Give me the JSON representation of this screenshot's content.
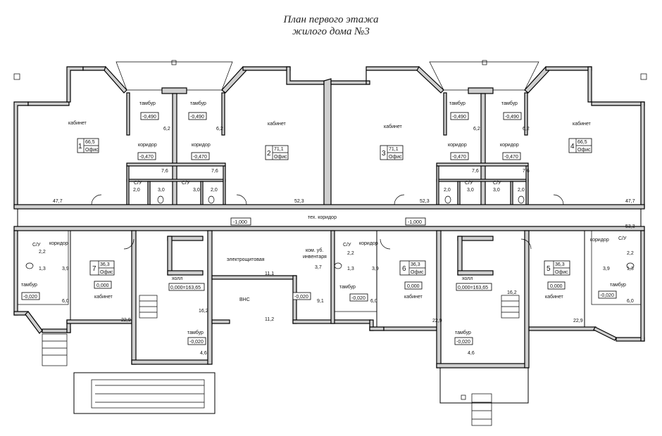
{
  "title": {
    "line1": "План первого этажа",
    "line2": "жилого дома №3"
  },
  "labels": {
    "kabinet": "кабинет",
    "tambur": "тамбур",
    "koridor": "коридор",
    "su": "С/У",
    "ofis": "Офис",
    "tech_koridor": "тех. коридор",
    "elektroschit": "электрощитовая",
    "vns": "ВНС",
    "holl": "холл",
    "kom_ub_line1": "ком. уб.",
    "kom_ub_line2": "инвентаря"
  },
  "offices": [
    {
      "num": "1",
      "area": "66,5"
    },
    {
      "num": "2",
      "area": "71,1"
    },
    {
      "num": "3",
      "area": "71,1"
    },
    {
      "num": "4",
      "area": "66,5"
    },
    {
      "num": "5",
      "area": "36,3"
    },
    {
      "num": "6",
      "area": "36,3"
    },
    {
      "num": "7",
      "area": "36,3"
    }
  ],
  "levels": {
    "m490": "-0,490",
    "m470": "-0,470",
    "m1000": "-1,000",
    "m020": "-0,020",
    "zero": "0,000",
    "holl": "0,000=163,65"
  },
  "areas": {
    "a62": "6,2",
    "a76": "7,6",
    "a20": "2,0",
    "a30": "3,0",
    "a477": "47,7",
    "a523": "52,3",
    "a533": "53,3",
    "a22": "2,2",
    "a13": "1,3",
    "a39": "3,9",
    "a60": "6,0",
    "a229": "22,9",
    "a111": "11,1",
    "a112": "11,2",
    "a37": "3,7",
    "a91": "9,1",
    "a162": "16,2",
    "a46": "4,6"
  }
}
